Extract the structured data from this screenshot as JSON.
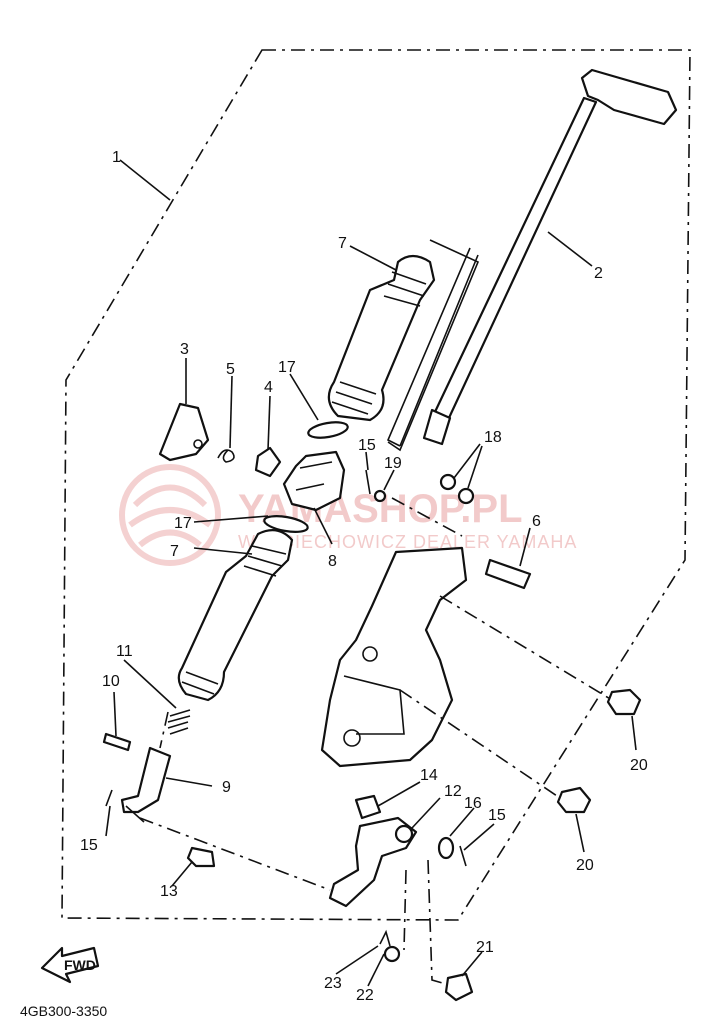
{
  "diagram": {
    "code": "4GB300-3350",
    "fwd_label": "FWD",
    "watermark": {
      "main": "YAMASHOP.PL",
      "sub": "WOJCIECHOWICZ DEALER YAMAHA"
    },
    "callouts": [
      "1",
      "2",
      "3",
      "4",
      "5",
      "6",
      "7",
      "7",
      "8",
      "9",
      "10",
      "11",
      "12",
      "13",
      "14",
      "15",
      "15",
      "15",
      "16",
      "17",
      "17",
      "18",
      "19",
      "20",
      "20",
      "21",
      "22",
      "23"
    ]
  }
}
